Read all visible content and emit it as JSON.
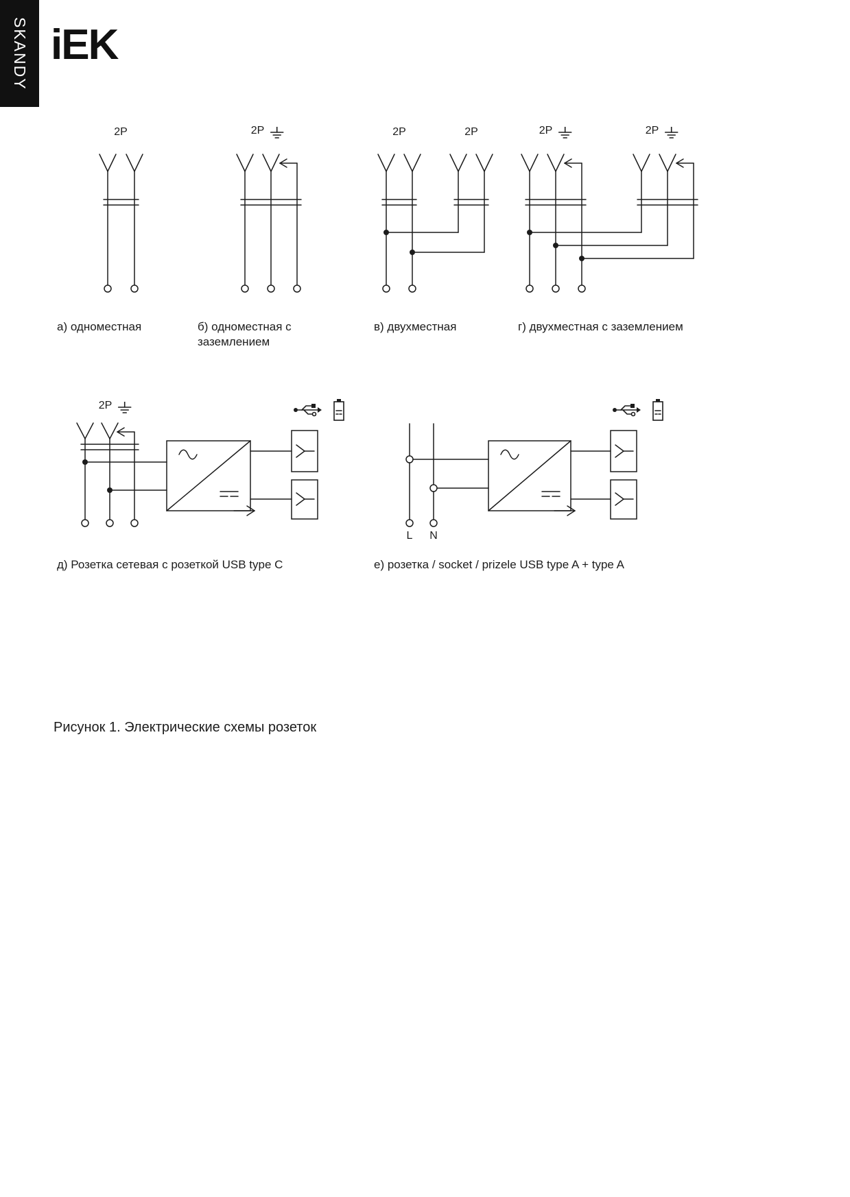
{
  "page": {
    "series_tab": "SKANDY",
    "brand_logo": "iEK",
    "figure_caption": "Рисунок 1. Электрические схемы розеток"
  },
  "diagrams": {
    "a": {
      "pole": "2P",
      "caption": "а) одноместная"
    },
    "b": {
      "pole": "2P",
      "caption": "б) одноместная с заземлением"
    },
    "c": {
      "pole_left": "2P",
      "pole_right": "2P",
      "caption": "в) двухместная"
    },
    "d": {
      "pole_left": "2P",
      "pole_right": "2P",
      "caption": "г) двухместная с заземлением"
    },
    "e": {
      "pole": "2P",
      "caption": "д) Розетка сетевая с розеткой USB type C"
    },
    "f": {
      "terminal_l": "L",
      "terminal_n": "N",
      "caption": "е) розетка / socket / prizele USB type A + type A"
    }
  },
  "icons": {
    "ground_icon": "earth-ground-symbol",
    "usb_icon": "usb-symbol",
    "battery_icon": "battery-symbol"
  },
  "colors": {
    "ink": "#1c1c1c",
    "tab_bg": "#111111",
    "background": "#ffffff"
  }
}
